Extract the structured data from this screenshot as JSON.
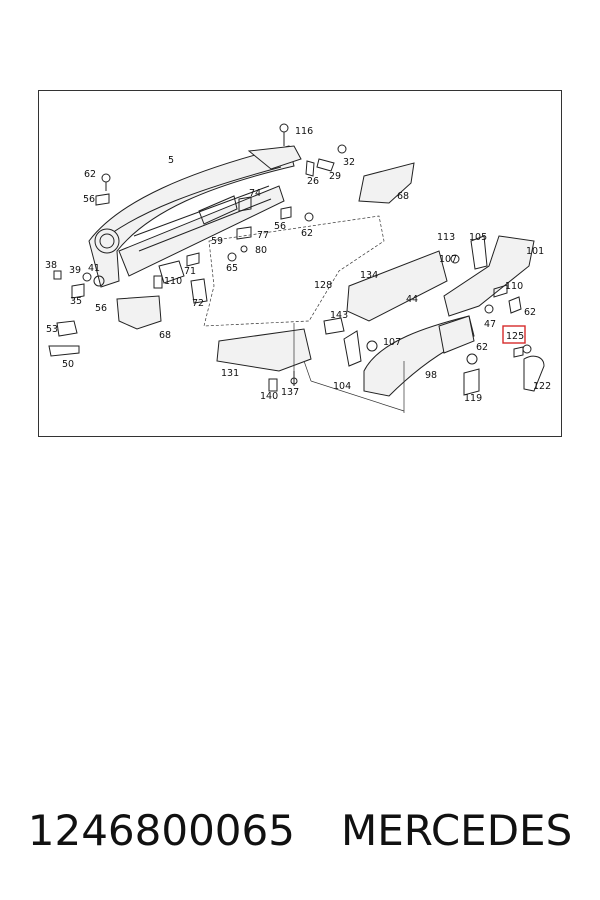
{
  "diagram": {
    "labels": [
      {
        "id": "5",
        "text": "5"
      },
      {
        "id": "116",
        "text": "116"
      },
      {
        "id": "32",
        "text": "32"
      },
      {
        "id": "26",
        "text": "26"
      },
      {
        "id": "29",
        "text": "29"
      },
      {
        "id": "62a",
        "text": "62"
      },
      {
        "id": "56a",
        "text": "56"
      },
      {
        "id": "74",
        "text": "74"
      },
      {
        "id": "68a",
        "text": "68"
      },
      {
        "id": "56b",
        "text": "56"
      },
      {
        "id": "62b",
        "text": "62"
      },
      {
        "id": "77",
        "text": "77"
      },
      {
        "id": "59",
        "text": "59"
      },
      {
        "id": "80",
        "text": "80"
      },
      {
        "id": "65",
        "text": "65"
      },
      {
        "id": "38",
        "text": "38"
      },
      {
        "id": "39",
        "text": "39"
      },
      {
        "id": "41",
        "text": "41"
      },
      {
        "id": "35",
        "text": "35"
      },
      {
        "id": "56c",
        "text": "56"
      },
      {
        "id": "71",
        "text": "71"
      },
      {
        "id": "110a",
        "text": "110"
      },
      {
        "id": "72",
        "text": "72"
      },
      {
        "id": "128",
        "text": "128"
      },
      {
        "id": "113",
        "text": "113"
      },
      {
        "id": "105",
        "text": "105"
      },
      {
        "id": "101",
        "text": "101"
      },
      {
        "id": "107a",
        "text": "107"
      },
      {
        "id": "134",
        "text": "134"
      },
      {
        "id": "110b",
        "text": "110"
      },
      {
        "id": "44",
        "text": "44"
      },
      {
        "id": "62c",
        "text": "62"
      },
      {
        "id": "47",
        "text": "47"
      },
      {
        "id": "125",
        "text": "125"
      },
      {
        "id": "53",
        "text": "53"
      },
      {
        "id": "68b",
        "text": "68"
      },
      {
        "id": "50",
        "text": "50"
      },
      {
        "id": "143",
        "text": "143"
      },
      {
        "id": "107b",
        "text": "107"
      },
      {
        "id": "62d",
        "text": "62"
      },
      {
        "id": "131",
        "text": "131"
      },
      {
        "id": "104",
        "text": "104"
      },
      {
        "id": "98",
        "text": "98"
      },
      {
        "id": "140",
        "text": "140"
      },
      {
        "id": "137",
        "text": "137"
      },
      {
        "id": "119",
        "text": "119"
      },
      {
        "id": "122",
        "text": "122"
      }
    ],
    "highlight_color": "#d62a2a"
  },
  "caption": {
    "part_number": "1246800065",
    "brand": "MERCEDES"
  }
}
